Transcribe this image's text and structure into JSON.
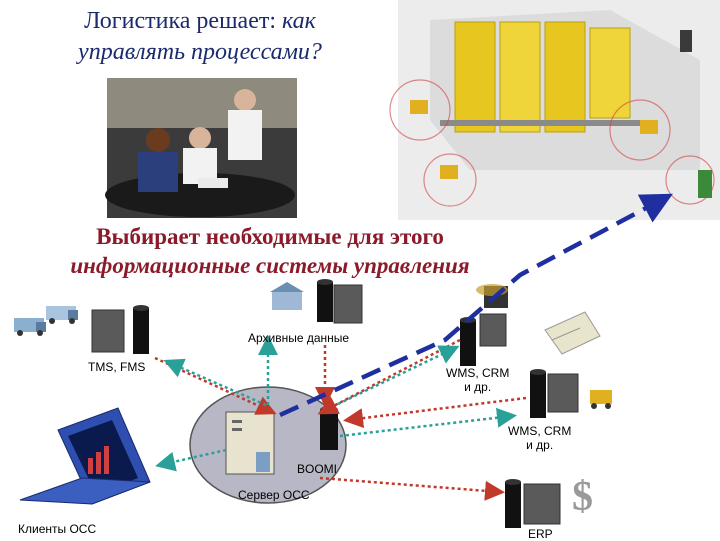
{
  "title": {
    "line1_normal": "Логистика решает: ",
    "line1_italic": "как",
    "line2_italic": "управлять процессами?"
  },
  "subtitle": {
    "line1": "Выбирает необходимые для этого",
    "line2": "информационные системы управления"
  },
  "labels": {
    "archive": "Архивные данные",
    "tms": "TMS, FMS",
    "wms1_line1": "WMS, CRM",
    "wms1_line2": "и др.",
    "wms2_line1": "WMS, CRM",
    "wms2_line2": "и др.",
    "boomi": "BOOMI",
    "server": "Сервер ОСС",
    "clients": "Клиенты ОСС",
    "erp": "ERP"
  },
  "colors": {
    "title": "#1a2a6c",
    "subtitle": "#8b1a2b",
    "dashed_link": "#1f2f9f",
    "arrow_red": "#c0392b",
    "arrow_teal": "#2aa198"
  }
}
